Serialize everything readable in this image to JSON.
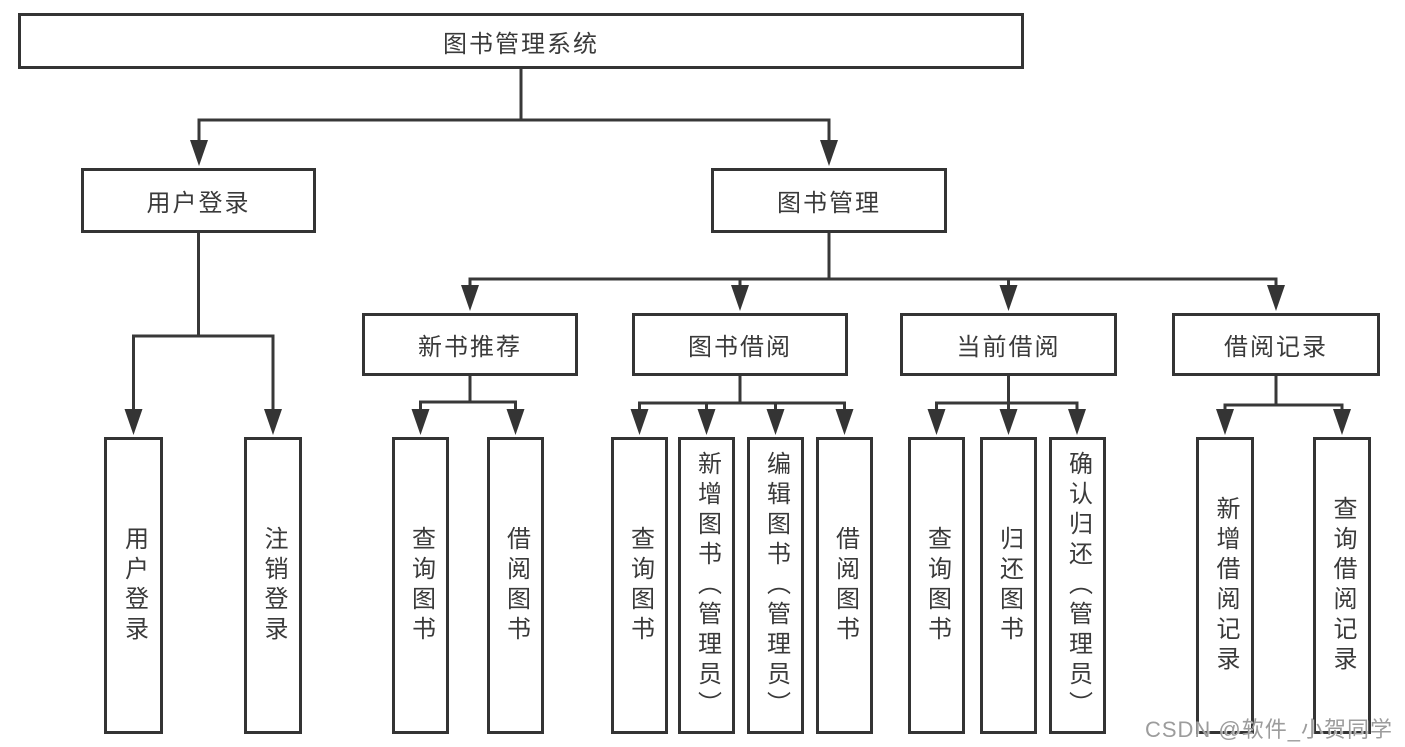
{
  "tree": {
    "root": {
      "label": "图书管理系统",
      "children": [
        {
          "label": "用户登录",
          "children": [
            {
              "label": "用户登录"
            },
            {
              "label": "注销登录"
            }
          ]
        },
        {
          "label": "图书管理",
          "children": [
            {
              "label": "新书推荐",
              "children": [
                {
                  "label": "查询图书"
                },
                {
                  "label": "借阅图书"
                }
              ]
            },
            {
              "label": "图书借阅",
              "children": [
                {
                  "label": "查询图书"
                },
                {
                  "label": "新增图书（管理员）"
                },
                {
                  "label": "编辑图书（管理员）"
                },
                {
                  "label": "借阅图书"
                }
              ]
            },
            {
              "label": "当前借阅",
              "children": [
                {
                  "label": "查询图书"
                },
                {
                  "label": "归还图书"
                },
                {
                  "label": "确认归还（管理员）"
                }
              ]
            },
            {
              "label": "借阅记录",
              "children": [
                {
                  "label": "新增借阅记录"
                },
                {
                  "label": "查询借阅记录"
                }
              ]
            }
          ]
        }
      ]
    }
  },
  "watermark": {
    "text": "CSDN @软件_小贺同学"
  },
  "colors": {
    "line": "#383838",
    "box_border": "#343434",
    "text": "#3a3a3a",
    "watermark": "#9c9c9c",
    "background": "#ffffff"
  }
}
